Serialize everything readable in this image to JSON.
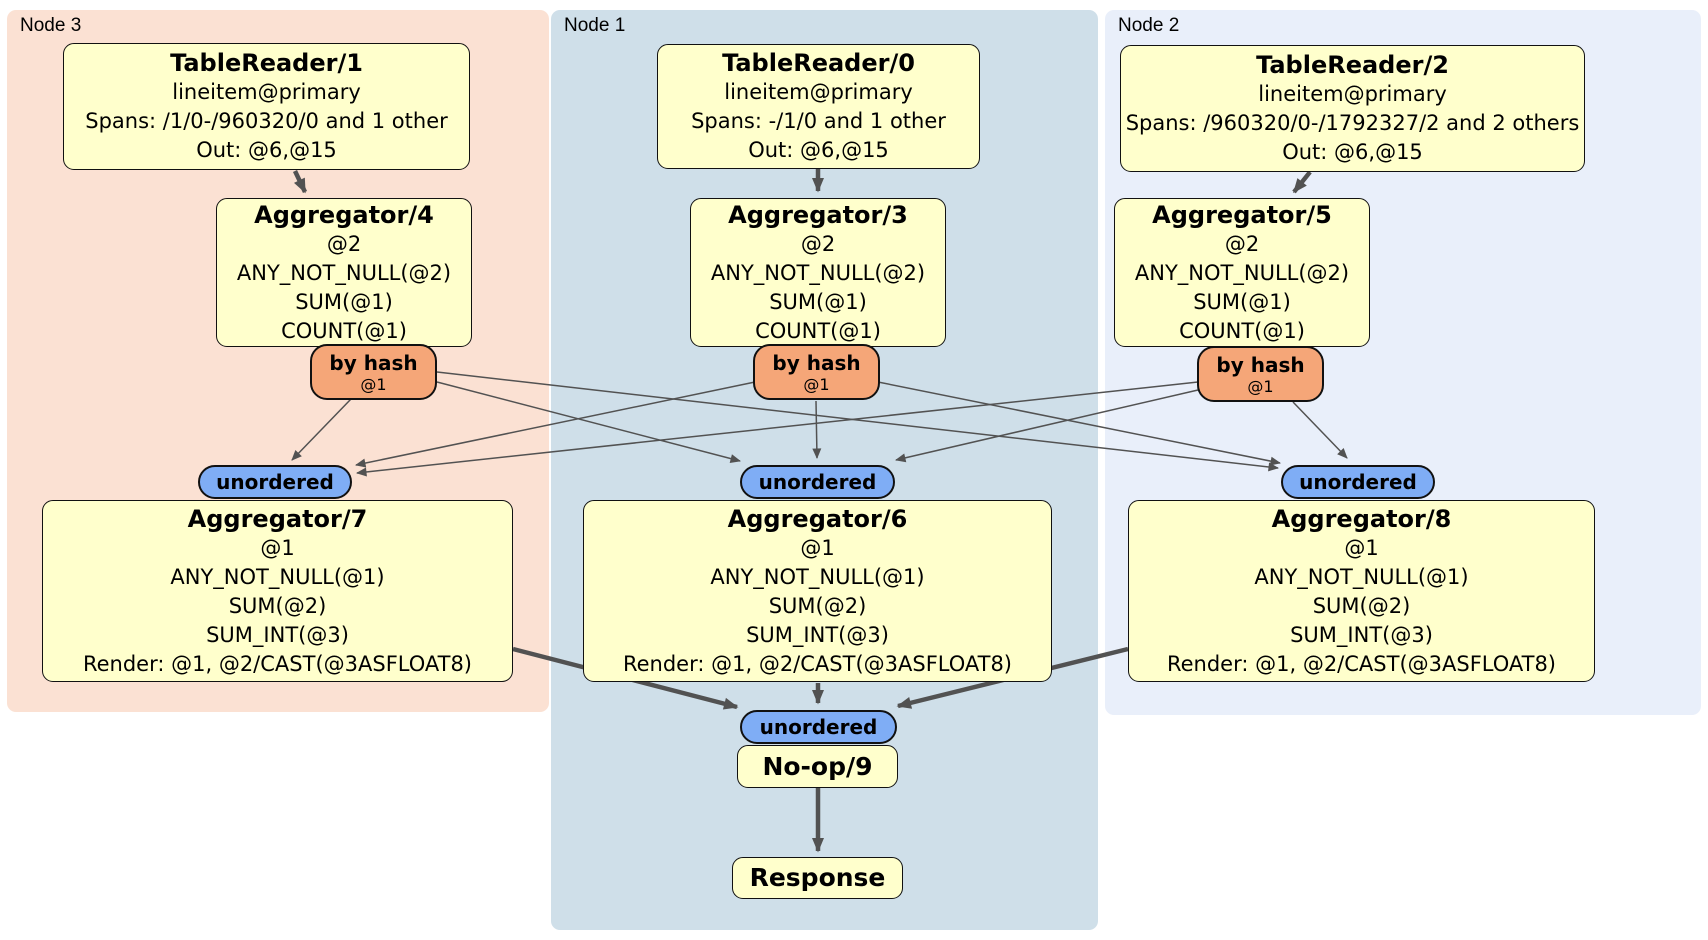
{
  "regions": [
    {
      "label": "Node 3",
      "color": "#fbe1d3"
    },
    {
      "label": "Node 1",
      "color": "#cfdfe9"
    },
    {
      "label": "Node 2",
      "color": "#e9effa"
    }
  ],
  "processors": {
    "tr1": {
      "title": "TableReader/1",
      "lines": [
        "lineitem@primary",
        "Spans: /1/0-/960320/0 and 1 other",
        "Out: @6,@15"
      ]
    },
    "tr0": {
      "title": "TableReader/0",
      "lines": [
        "lineitem@primary",
        "Spans: -/1/0 and 1 other",
        "Out: @6,@15"
      ]
    },
    "tr2": {
      "title": "TableReader/2",
      "lines": [
        "lineitem@primary",
        "Spans: /960320/0-/1792327/2 and 2 others",
        "Out: @6,@15"
      ]
    },
    "agg4": {
      "title": "Aggregator/4",
      "lines": [
        "@2",
        "ANY_NOT_NULL(@2)",
        "SUM(@1)",
        "COUNT(@1)"
      ]
    },
    "agg3": {
      "title": "Aggregator/3",
      "lines": [
        "@2",
        "ANY_NOT_NULL(@2)",
        "SUM(@1)",
        "COUNT(@1)"
      ]
    },
    "agg5": {
      "title": "Aggregator/5",
      "lines": [
        "@2",
        "ANY_NOT_NULL(@2)",
        "SUM(@1)",
        "COUNT(@1)"
      ]
    },
    "agg7": {
      "title": "Aggregator/7",
      "lines": [
        "@1",
        "ANY_NOT_NULL(@1)",
        "SUM(@2)",
        "SUM_INT(@3)",
        "Render: @1, @2/CAST(@3ASFLOAT8)"
      ]
    },
    "agg6": {
      "title": "Aggregator/6",
      "lines": [
        "@1",
        "ANY_NOT_NULL(@1)",
        "SUM(@2)",
        "SUM_INT(@3)",
        "Render: @1, @2/CAST(@3ASFLOAT8)"
      ]
    },
    "agg8": {
      "title": "Aggregator/8",
      "lines": [
        "@1",
        "ANY_NOT_NULL(@1)",
        "SUM(@2)",
        "SUM_INT(@3)",
        "Render: @1, @2/CAST(@3ASFLOAT8)"
      ]
    },
    "noop": {
      "title": "No-op/9"
    },
    "response": {
      "title": "Response"
    }
  },
  "routers": [
    {
      "label": "by hash",
      "sub": "@1"
    },
    {
      "label": "by hash",
      "sub": "@1"
    },
    {
      "label": "by hash",
      "sub": "@1"
    }
  ],
  "syncs": [
    {
      "label": "unordered"
    },
    {
      "label": "unordered"
    },
    {
      "label": "unordered"
    },
    {
      "label": "unordered"
    }
  ],
  "colors": {
    "processor_fill": "#ffffcc",
    "router_fill": "#f5a678",
    "sync_fill": "#7fadf5",
    "edge": "#525252",
    "node3_bg": "#fbe1d3",
    "node1_bg": "#cfdfe9",
    "node2_bg": "#e9effa"
  }
}
